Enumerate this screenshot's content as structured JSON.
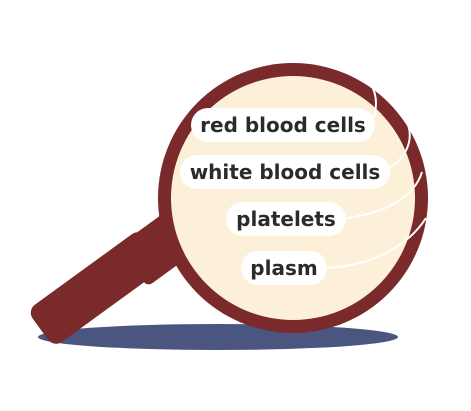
{
  "labels": [
    "red blood cells",
    "white blood cells",
    "platelets",
    "plasm"
  ],
  "colors": {
    "frame": "#7a2a2a",
    "lens": "#fdf0d8",
    "shadow": "#4a5580",
    "connector": "#ffffff",
    "text": "#2b2b2b"
  }
}
